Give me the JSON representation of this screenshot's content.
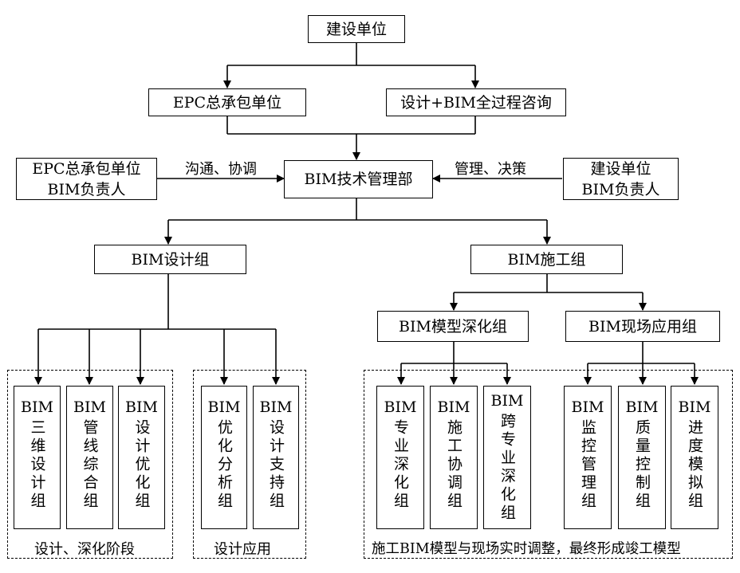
{
  "top": {
    "owner": "建设单位"
  },
  "tier2": {
    "epc": "EPC总承包单位",
    "consult": "设计+BIM全过程咨询"
  },
  "center": {
    "label": "BIM技术管理部"
  },
  "left_side": {
    "line1": "EPC总承包单位",
    "line2": "BIM负责人",
    "edge_label": "沟通、协调"
  },
  "right_side": {
    "line1": "建设单位",
    "line2": "BIM负责人",
    "edge_label": "管理、决策"
  },
  "design_group": {
    "label": "BIM设计组",
    "stage1": {
      "caption": "设计、深化阶段",
      "items": [
        {
          "top": "BIM",
          "chars": "三维设计组"
        },
        {
          "top": "BIM",
          "chars": "管线综合组"
        },
        {
          "top": "BIM",
          "chars": "设计优化组"
        }
      ]
    },
    "stage2": {
      "caption": "设计应用",
      "items": [
        {
          "top": "BIM",
          "chars": "优化分析组"
        },
        {
          "top": "BIM",
          "chars": "设计支持组"
        }
      ]
    }
  },
  "construction_group": {
    "label": "BIM施工组",
    "caption": "施工BIM模型与现场实时调整，最终形成竣工模型",
    "deepen": {
      "label": "BIM模型深化组",
      "items": [
        {
          "top": "BIM",
          "chars": "专业深化组"
        },
        {
          "top": "BIM",
          "chars": "施工协调组"
        },
        {
          "top": "BIM",
          "chars": "跨专业深化组"
        }
      ]
    },
    "site": {
      "label": "BIM现场应用组",
      "items": [
        {
          "top": "BIM",
          "chars": "监控管理组"
        },
        {
          "top": "BIM",
          "chars": "质量控制组"
        },
        {
          "top": "BIM",
          "chars": "进度模拟组"
        }
      ]
    }
  }
}
